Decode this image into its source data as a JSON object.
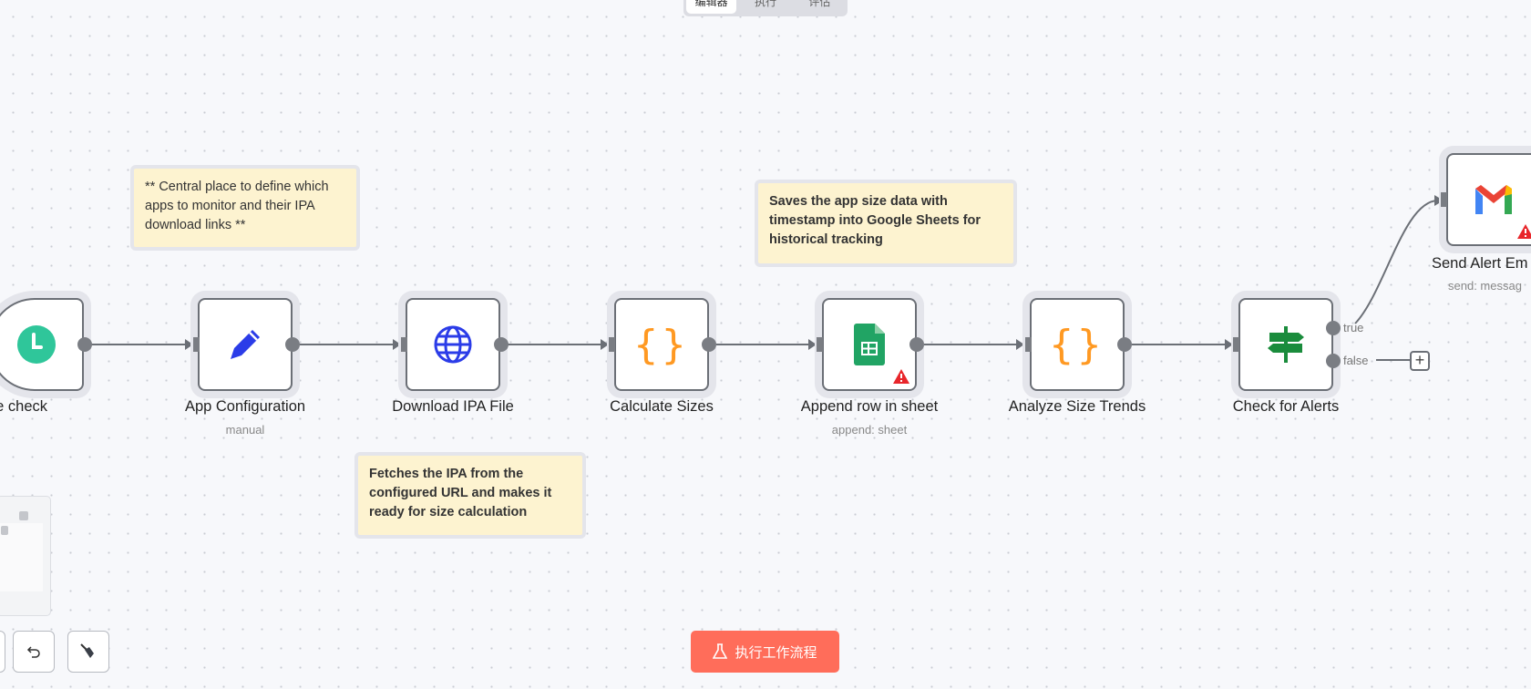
{
  "header": {
    "tabs": [
      {
        "label": "编辑器",
        "active": true
      },
      {
        "label": "执行",
        "active": false
      },
      {
        "label": "评估",
        "active": false
      }
    ]
  },
  "stickies": [
    {
      "text": "** Central place to define which apps to monitor and their IPA download links **"
    },
    {
      "text": "Saves the app size data with timestamp into Google Sheets for historical tracking"
    },
    {
      "text": "Fetches the IPA from the configured URL and makes it ready for size calculation"
    }
  ],
  "nodes": [
    {
      "label": "ly size check",
      "subtitle": "",
      "icon": "clock-icon"
    },
    {
      "label": "App Configuration",
      "subtitle": "manual",
      "icon": "pencil-icon"
    },
    {
      "label": "Download IPA File",
      "subtitle": "",
      "icon": "globe-icon"
    },
    {
      "label": "Calculate Sizes",
      "subtitle": "",
      "icon": "code-braces-icon"
    },
    {
      "label": "Append row in sheet",
      "subtitle": "append: sheet",
      "icon": "google-sheets-icon",
      "warning": true
    },
    {
      "label": "Analyze Size Trends",
      "subtitle": "",
      "icon": "code-braces-icon"
    },
    {
      "label": "Check for Alerts",
      "subtitle": "",
      "icon": "signpost-icon",
      "outputs": [
        "true",
        "false"
      ]
    },
    {
      "label": "Send Alert Em",
      "subtitle": "send: messag",
      "icon": "gmail-icon",
      "warning": true
    }
  ],
  "braces": "{}",
  "run_button": {
    "label": "执行工作流程",
    "icon": "flask-icon"
  },
  "colors": {
    "accent": "#ff6d5a",
    "sticky": "#fdf3d0",
    "trigger": "#2fc69a",
    "pencil": "#2b3ce8",
    "globe": "#2b3ce8",
    "code": "#ff9922",
    "sheets": "#21a464",
    "signpost": "#1a8c3c",
    "warning": "#e8262b"
  }
}
